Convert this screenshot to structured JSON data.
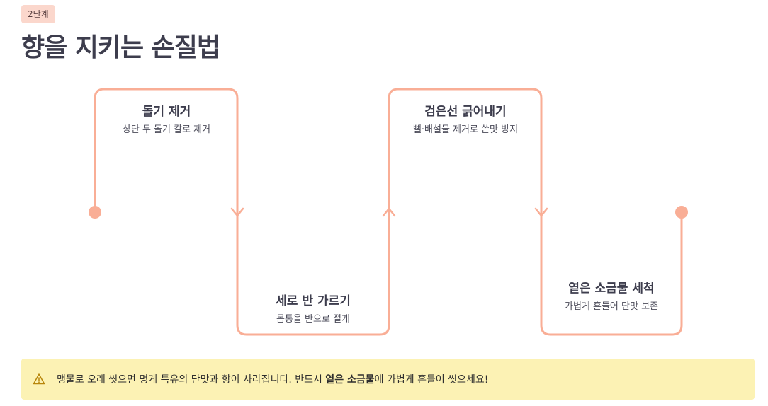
{
  "badge": "2단계",
  "title": "향을 지키는 손질법",
  "steps": [
    {
      "title": "돌기 제거",
      "desc": "상단 두 돌기 칼로 제거"
    },
    {
      "title": "세로 반 가르기",
      "desc": "몸통을 반으로 절개"
    },
    {
      "title": "검은선 긁어내기",
      "desc": "뻘·배설물 제거로 쓴맛 방지"
    },
    {
      "title": "옅은 소금물 세척",
      "desc": "가볍게 흔들어 단맛 보존"
    }
  ],
  "colors": {
    "accent": "#f9ae96",
    "alert_bg": "#fcf2b4",
    "badge_bg": "#fbd7cc"
  },
  "alert": {
    "icon": "warning-icon",
    "before": "맹물로 오래 씻으면 멍게 특유의 단맛과 향이 사라집니다. 반드시 ",
    "strong": "옅은 소금물",
    "after": "에 가볍게 흔들어 씻으세요!"
  }
}
